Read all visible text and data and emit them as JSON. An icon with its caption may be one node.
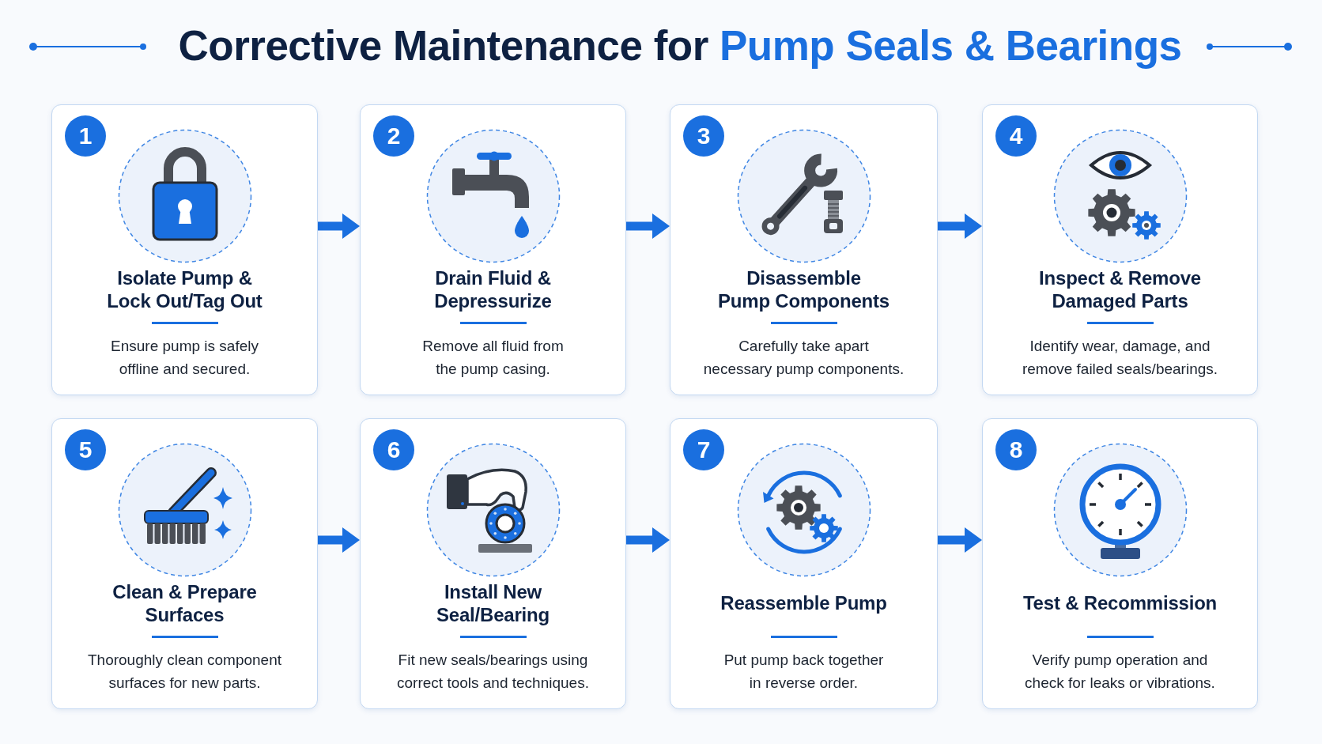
{
  "diagram": {
    "title": "Corrective Maintenance for Pump Seals & Bearings",
    "nodes": [
      {
        "text": [
          "1",
          "Isolate Pump & Lock Out/Tag Out",
          "Ensure pump is safely offline and secured."
        ]
      },
      {
        "text": [
          "2",
          "Drain Fluid & Depressurize",
          "Remove all fluid from the pump casing."
        ]
      },
      {
        "text": [
          "3",
          "Disassemble Pump Components",
          "Carefully take apart necessary pump components."
        ]
      },
      {
        "text": [
          "4",
          "Inspect & Remove Damaged Parts",
          "Identify wear, damage, and remove failed seals/bearings."
        ]
      },
      {
        "text": [
          "5",
          "Clean & Prepare Surfaces",
          "Thoroughly clean component surfaces for new parts."
        ]
      },
      {
        "text": [
          "6",
          "Install New Seal/Bearing",
          "Fit new seals/bearings using correct tools and techniques."
        ]
      },
      {
        "text": [
          "7",
          "Reassemble Pump",
          "Put pump back together in reverse order."
        ]
      },
      {
        "text": [
          "8",
          "Test & Recommission",
          "Verify pump operation and check for leaks or vibrations."
        ]
      }
    ],
    "edges": [
      {
        "from": 0,
        "to": 1,
        "arrow": "to"
      },
      {
        "from": 1,
        "to": 2,
        "arrow": "to"
      },
      {
        "from": 2,
        "to": 3,
        "arrow": "to"
      },
      {
        "from": 4,
        "to": 5,
        "arrow": "to"
      },
      {
        "from": 5,
        "to": 6,
        "arrow": "to"
      },
      {
        "from": 6,
        "to": 7,
        "arrow": "to"
      }
    ]
  }
}
